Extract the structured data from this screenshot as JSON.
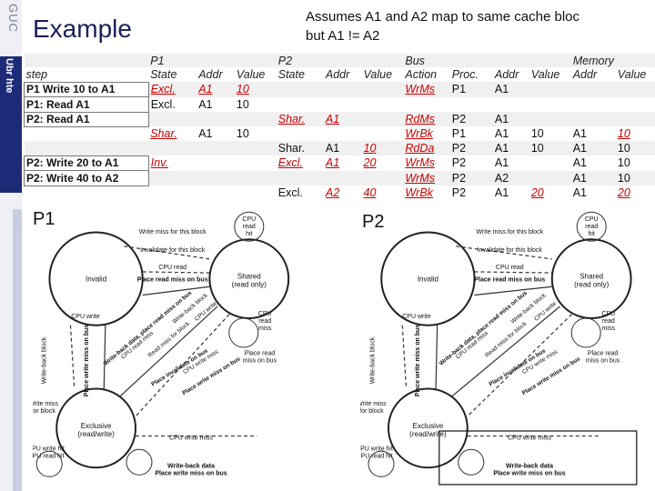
{
  "sidebar": {
    "logo_text": "GUC",
    "strip_text": "Ubr hte"
  },
  "slide": {
    "title": "Example",
    "note_line1": "Assumes A1 and A2 map to same cache bloc",
    "note_line2": "but A1 != A2"
  },
  "table": {
    "headers_top": [
      "",
      "P1",
      "",
      "",
      "P2",
      "",
      "",
      "Bus",
      "",
      "",
      "",
      "Memory",
      ""
    ],
    "headers": [
      "step",
      "State",
      "Addr",
      "Value",
      "State",
      "Addr",
      "Value",
      "Action",
      "Proc.",
      "Addr",
      "Value",
      "Addr",
      "Value"
    ],
    "rows": [
      [
        "P1 Write 10 to A1",
        "Excl.",
        "A1",
        "10",
        "",
        "",
        "",
        "WrMs",
        "P1",
        "A1",
        "",
        "",
        ""
      ],
      [
        "P1: Read A1",
        "Excl.",
        "A1",
        "10",
        "",
        "",
        "",
        "",
        "",
        "",
        "",
        "",
        ""
      ],
      [
        "P2: Read A1",
        "",
        "",
        "",
        "Shar.",
        "A1",
        "",
        "RdMs",
        "P2",
        "A1",
        "",
        "",
        ""
      ],
      [
        "",
        "Shar.",
        "A1",
        "10",
        "",
        "",
        "",
        "WrBk",
        "P1",
        "A1",
        "10",
        "A1",
        "10"
      ],
      [
        "",
        "",
        "",
        "",
        "Shar.",
        "A1",
        "10",
        "RdDa",
        "P2",
        "A1",
        "10",
        "A1",
        "10"
      ],
      [
        "P2: Write 20 to A1",
        "Inv.",
        "",
        "",
        "Excl.",
        "A1",
        "20",
        "WrMs",
        "P2",
        "A1",
        "",
        "A1",
        "10"
      ],
      [
        "P2: Write 40 to A2",
        "",
        "",
        "",
        "",
        "",
        "",
        "WrMs",
        "P2",
        "A2",
        "",
        "A1",
        "10"
      ],
      [
        "",
        "",
        "",
        "",
        "Excl.",
        "A2",
        "40",
        "WrBk",
        "P2",
        "A1",
        "20",
        "A1",
        "20"
      ]
    ]
  },
  "diagrams": [
    {
      "label": "P1",
      "states": {
        "invalid": "Invalid",
        "shared": "Shared\n(read only)",
        "exclusive": "Exclusive\n(read/write)"
      },
      "annotations": {
        "cpu_read_hit": "CPU\nread\nhit",
        "write_miss": "Write miss for this block",
        "invalidate": "Invalidate for this block",
        "cpu_read": "CPU read",
        "place_read_miss": "Place read miss on bus",
        "cpu_write_left": "CPU write",
        "cpu_read_miss": "CPU\nread\nmiss",
        "place_read_miss2": "Place read\nmiss on bus",
        "writeback_block": "Write-back block",
        "write_miss_block": "Write miss\nfor block",
        "diag1": "CPU read miss",
        "diag2": "Write-back data, place read miss on bus",
        "diag3": "Read miss for block",
        "diag4": "Write-back block",
        "diag5": "CPU write",
        "diag6": "Place invalidate on bus",
        "diag7": "CPU write miss",
        "diag8": "Place write miss on bus",
        "write_on_bus": "Place write miss on bus",
        "cpu_write_hit": "CPU write hit\nCPU read hit",
        "cpu_write_miss": "CPU write miss",
        "writeback_data": "Write-back data\nPlace write miss on bus"
      }
    },
    {
      "label": "P2",
      "states": {
        "invalid": "Invalid",
        "shared": "Shared\n(read only)",
        "exclusive": "Exclusive\n(read/write)"
      },
      "annotations": {
        "cpu_read_hit": "CPU\nread\nhit",
        "write_miss": "Write miss for this block",
        "invalidate": "Invalidate for this block",
        "cpu_read": "CPU read",
        "place_read_miss": "Place read miss on bus",
        "cpu_write_left": "CPU write",
        "cpu_read_miss": "CPU\nread\nmiss",
        "place_read_miss2": "Place read\nmiss on bus",
        "writeback_block": "Write-back block",
        "write_miss_block": "Write miss\nfor block",
        "diag1": "CPU read miss",
        "diag2": "Write-back data, place read miss on bus",
        "diag3": "Read miss for block",
        "diag4": "Write-back block",
        "diag5": "CPU write",
        "diag6": "Place invalidate on bus",
        "diag7": "CPU write miss",
        "diag8": "Place write miss on bus",
        "write_on_bus": "Place write miss on bus",
        "cpu_write_hit": "CPU write hit\nCPU read hit",
        "cpu_write_miss": "CPU write miss",
        "writeback_data": "Write-back data\nPlace write miss on bus"
      }
    }
  ],
  "colors": {
    "title": "#1b1f5a",
    "highlight": "#cc0000",
    "sidebar_strip": "#1d2a78"
  }
}
